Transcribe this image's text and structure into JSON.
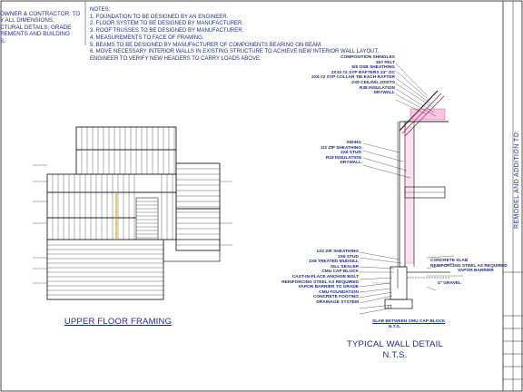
{
  "left_block": {
    "lines": [
      "OWNER & CONTRACTOR: TO",
      "Y ALL DIMENSIONS,",
      "CTURAL DETAILS, GRADE",
      "REMENTS AND BUILDING",
      "S."
    ]
  },
  "notes": {
    "heading": "NOTES:",
    "items": [
      "1.  FOUNDATION TO BE DESIGNED BY AN ENGINEER.",
      "2.  FLOOR SYSTEM TO BE DESIGNED BY MANUFACTURER.",
      "3.  ROOF TRUSSES TO BE DESIGNED BY MANUFACTURER.",
      "4.  MEASUREMENTS TO FACE OF FRAMING.",
      "5.  BEAMS TO BE DESIGNED BY MANUFACTURER OF COMPONENTS BEARING ON BEAM.",
      "6.  MOVE NECESSARY INTERIOR WALLS IN EXISTING STRUCTURE TO ACHIEVE NEW INTERIOR WALL LAYOUT.",
      "ENGINEER TO VERIFY NEW HEADERS TO CARRY LOADS ABOVE."
    ]
  },
  "roof_labels": [
    "COMPOSITION SHINGLES",
    "30# FELT",
    "5/8 OSB SHEATHING",
    "2X10 #2 SYP RAFTERS 24\" OC",
    "2X6 #2 SYP COLLAR TIE EACH RAFTER",
    "2X8 CEILING JOISTS",
    "R38 INSULATION",
    "DRYWALL"
  ],
  "wall_labels": [
    "SIDING",
    "1/2 ZIP SHEATHING",
    "2X6 STUD",
    "R19 INSULATION",
    "DRYWALL"
  ],
  "foundation_left_labels": [
    "1X2 ZIP SHEATHING",
    "2X6 STUD",
    "2X6 TREATED MUDSILL",
    "SILL SEALER",
    "CMU CAP BLOCK",
    "CAST-IN-PLACE ANCHOR BOLT",
    "REINFORCING STEEL AS REQUIRED",
    "VAPOR BARRIER TO GRADE",
    "CMU FOUNDATION",
    "CONCRETE FOOTING",
    "DRAINAGE SYSTEM"
  ],
  "foundation_right_labels": [
    "CONCRETE SLAB",
    "REINFORCING STEEL AS REQUIRED",
    "VAPOR BARRIER",
    "4\" GRAVEL"
  ],
  "slab_note": "SLAB BETWEEN CMU CAP BLOCK",
  "slab_note_sub": "N.T.S.",
  "captions": {
    "floor": "UPPER FLOOR FRAMING",
    "wall": "TYPICAL WALL DETAIL",
    "wall_scale": "N.T.S."
  },
  "title_block": {
    "vertical_title": "REMODEL AND ADDITION TO:"
  },
  "colors": {
    "ink": "#1d2c8f",
    "line": "#222222",
    "insulation": "#e25aa6",
    "roof_accent": "#c2185b"
  }
}
